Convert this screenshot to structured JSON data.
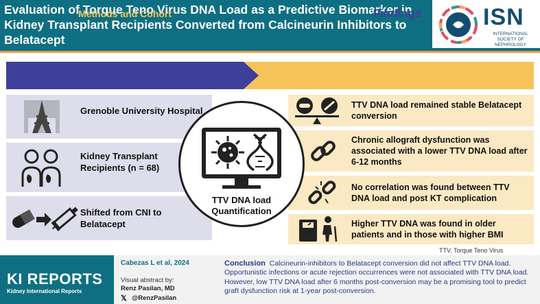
{
  "header": {
    "title": "Evaluation of Torque Teno Virus DNA Load as a Predictive Biomarker in Kidney Transplant Recipients Converted from Calcineurin Inhibitors to Belatacept",
    "logo_text": "ISN",
    "logo_subtext": "INTERNATIONAL SOCIETY OF NEPHROLOGY"
  },
  "sections": {
    "methods_label": "Methods and Cohort",
    "findings_label": "Findings"
  },
  "methods": [
    {
      "text": "Grenoble University Hospital",
      "icon": "eiffel-tower-icon"
    },
    {
      "text": "Kidney Transplant Recipients (n = 68)",
      "icon": "patients-kidney-icon"
    },
    {
      "text": "Shifted from CNI to Belatacept",
      "icon": "pill-to-syringe-icon"
    }
  ],
  "center": {
    "label": "TTV DNA load Quantification",
    "icon": "monitor-virus-dna-icon"
  },
  "findings": [
    {
      "text": "TTV DNA load remained stable Belatacept conversion",
      "icon": "balance-pill-syringe-icon"
    },
    {
      "text": "Chronic allograft dysfunction was associated with a lower TTV DNA load after 6-12 months",
      "icon": "chain-link-icon"
    },
    {
      "text": "No correlation was found between TTV DNA load and post KT complication",
      "icon": "broken-chain-icon"
    },
    {
      "text": "Higher TTV DNA was found in older patients and in those with higher BMI",
      "icon": "elderly-scale-icon"
    }
  ],
  "footnote": "TTV, Torque Teno Virus",
  "footer": {
    "journal_title": "KI REPORTS",
    "journal_subtitle": "Kidney International Reports",
    "citation": "Cabezas L et al, 2024",
    "visual_abstract_by": "Visual abstract by:",
    "author": "Renz Pasilan, MD",
    "handle": "@RenzPasilan",
    "conclusion_label": "Conclusion",
    "conclusion_text": "Calcineurin-inhibitors to Belatacept conversion did not affect TTV DNA load. Opportunistic infections or acute rejection occurrences were not associated with TTV DNA load. However, low TTV DNA load after 6 months post-conversion may be a promising tool to predict graft dysfunction risk at 1-year post-conversion."
  },
  "colors": {
    "header_bg": "#0f6f82",
    "accent_orange": "#f3953c",
    "methods_band": "#3e3f9a",
    "findings_band": "#f6c35b",
    "methods_row": "#ddddeb",
    "findings_row": "#fbe9c3"
  }
}
